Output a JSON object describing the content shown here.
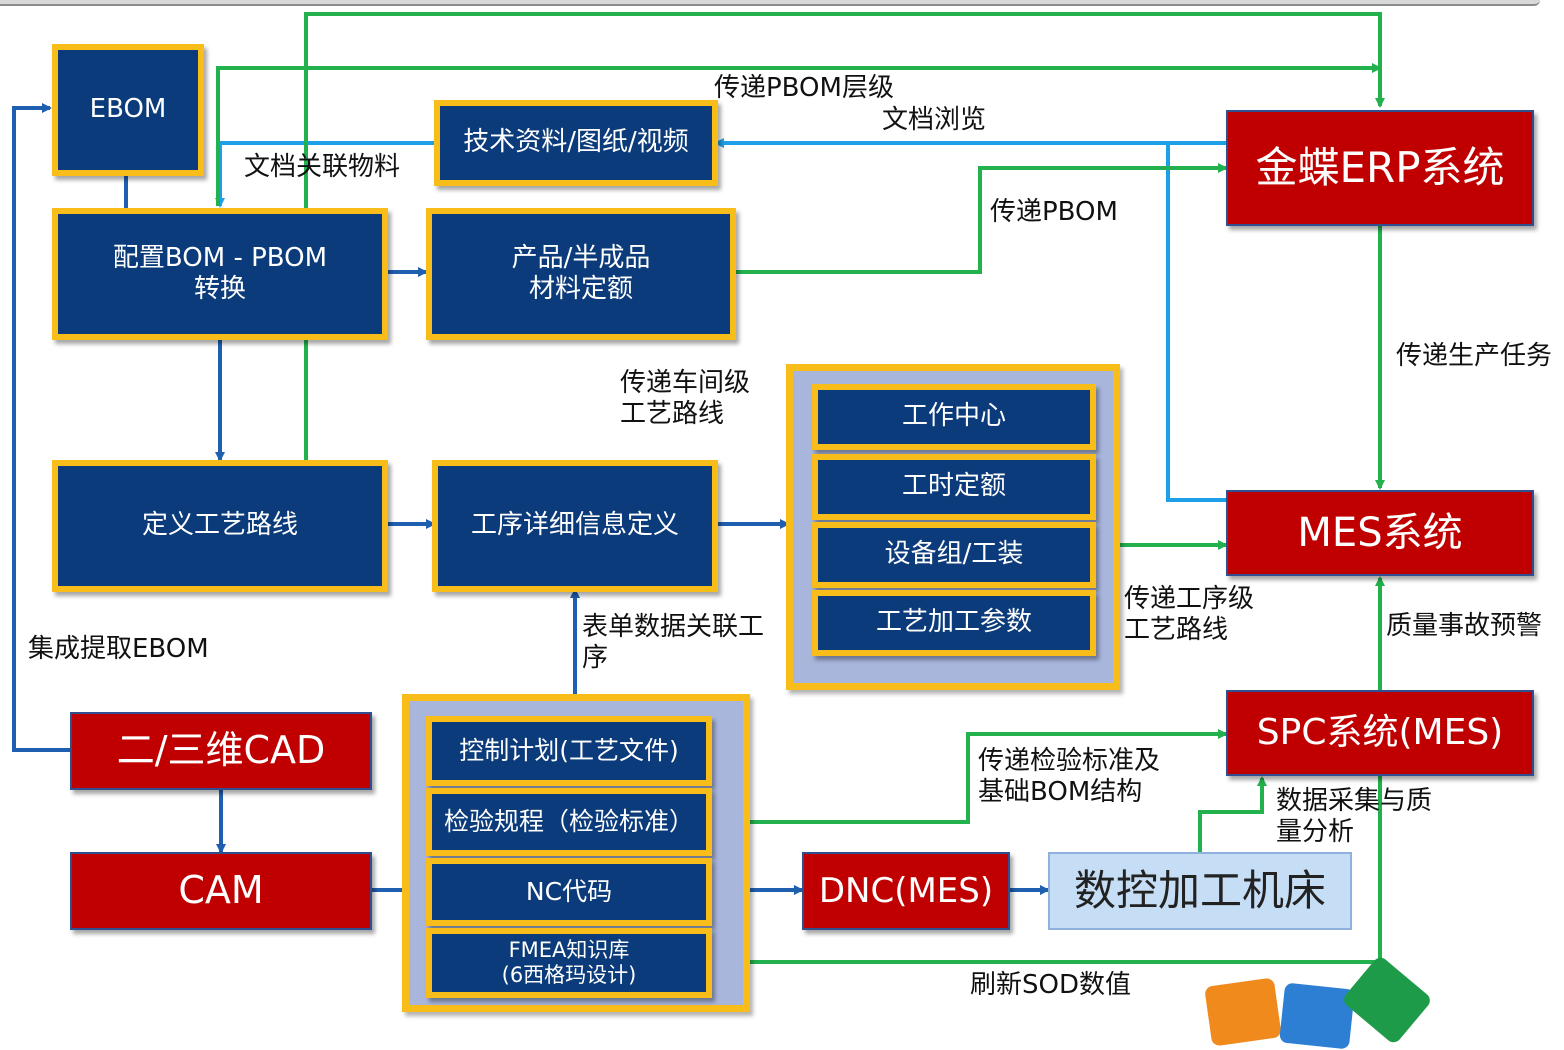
{
  "nodes": {
    "ebom": "EBOM",
    "pbom_convert": "配置BOM - PBOM\n转换",
    "tech_docs": "技术资料/图纸/视频",
    "material_quota": "产品/半成品\n材料定额",
    "define_route": "定义工艺路线",
    "process_detail": "工序详细信息定义",
    "work_center": "工作中心",
    "labor_hours": "工时定额",
    "equipment": "设备组/工装",
    "process_params": "工艺加工参数",
    "erp": "金蝶ERP系统",
    "mes": "MES系统",
    "spc": "SPC系统(MES)",
    "cad": "二/三维CAD",
    "cam": "CAM",
    "control_plan": "控制计划(工艺文件)",
    "inspection": "检验规程（检验标准）",
    "nc_code": "NC代码",
    "fmea": "FMEA知识库\n(6西格玛设计)",
    "dnc": "DNC(MES)",
    "cnc_machine": "数控加工机床"
  },
  "labels": {
    "pbom_level": "传递PBOM层级",
    "doc_browse": "文档浏览",
    "doc_material": "文档关联物料",
    "send_pbom": "传递PBOM",
    "prod_task": "传递生产任务",
    "workshop_route": "传递车间级\n工艺路线",
    "process_route": "传递工序级\n工艺路线",
    "quality_alert": "质量事故预警",
    "form_link": "表单数据关联工\n序",
    "integrate_ebom": "集成提取EBOM",
    "inspection_std": "传递检验标准及\n基础BOM结构",
    "data_collect": "数据采集与质\n量分析",
    "refresh_sod": "刷新SOD数值"
  },
  "colors": {
    "box_blue": "#0b3b7a",
    "box_border": "#f9bd1a",
    "system_red": "#c00000",
    "group_fill": "#a9b6dc",
    "arrow_green": "#22b14c",
    "arrow_blue": "#1f5fb0",
    "arrow_cyan": "#1ea0e8"
  }
}
